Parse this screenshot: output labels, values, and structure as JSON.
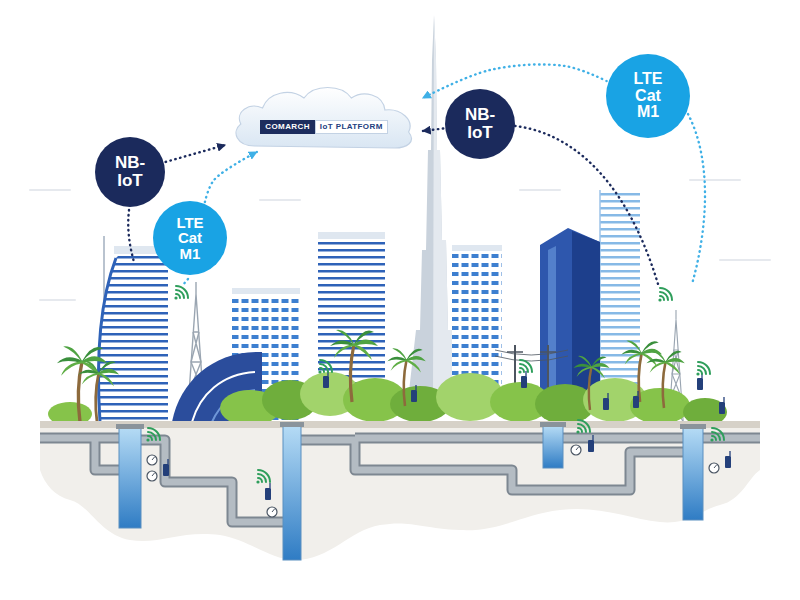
{
  "diagram": {
    "nodes": [
      {
        "text": [
          "COMARCH",
          "IoT PLATFORM"
        ]
      },
      {
        "text": [
          "NB- IoT"
        ]
      },
      {
        "text": [
          "LTE Cat M1"
        ]
      },
      {
        "text": [
          "NB- IoT"
        ]
      },
      {
        "text": [
          "LTE Cat M1"
        ]
      }
    ],
    "edges": [
      {
        "from": 1,
        "to": 0,
        "arrow": "to"
      },
      {
        "from": 2,
        "to": 0,
        "arrow": "to"
      },
      {
        "from": 3,
        "to": 0,
        "arrow": "to"
      },
      {
        "from": 4,
        "to": 0,
        "arrow": "to"
      }
    ]
  }
}
